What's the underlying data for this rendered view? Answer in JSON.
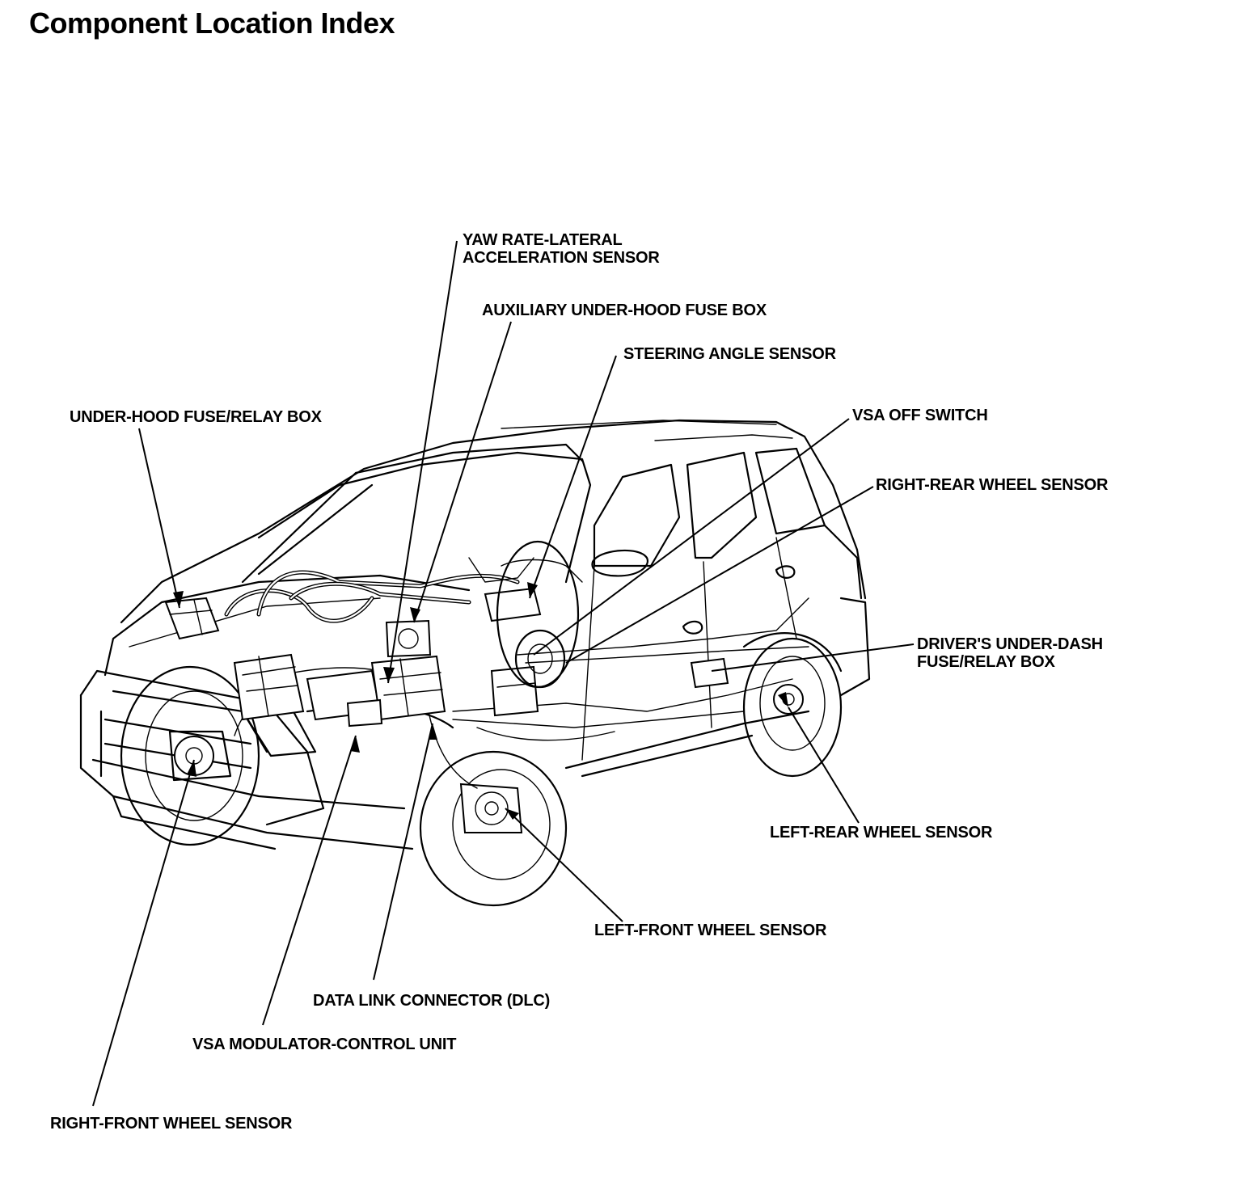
{
  "title": "Component Location Index",
  "labels": {
    "yaw_rate_sensor": [
      "YAW RATE-LATERAL",
      "ACCELERATION SENSOR"
    ],
    "aux_fuse_box": [
      "AUXILIARY UNDER-HOOD FUSE BOX"
    ],
    "steering_angle_sensor": [
      "STEERING ANGLE SENSOR"
    ],
    "under_hood_fuse_relay_box": [
      "UNDER-HOOD FUSE/RELAY BOX"
    ],
    "vsa_off_switch": [
      "VSA OFF SWITCH"
    ],
    "right_rear_wheel_sensor": [
      "RIGHT-REAR WHEEL SENSOR"
    ],
    "drivers_under_dash_box": [
      "DRIVER'S UNDER-DASH",
      "FUSE/RELAY BOX"
    ],
    "left_rear_wheel_sensor": [
      "LEFT-REAR WHEEL SENSOR"
    ],
    "left_front_wheel_sensor": [
      "LEFT-FRONT WHEEL SENSOR"
    ],
    "data_link_connector": [
      "DATA LINK CONNECTOR (DLC)"
    ],
    "vsa_modulator": [
      "VSA MODULATOR-CONTROL UNIT"
    ],
    "right_front_wheel_sensor": [
      "RIGHT-FRONT WHEEL SENSOR"
    ]
  }
}
